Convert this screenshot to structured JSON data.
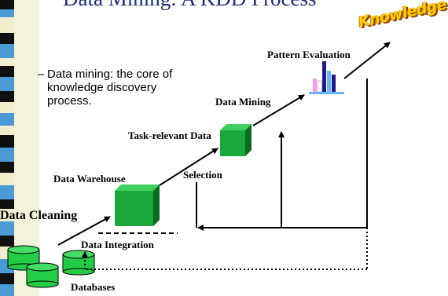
{
  "slide": {
    "title": "Data Mining: A KDD Process",
    "bullet": "Data mining: the core of knowledge discovery process.",
    "knowledge_logo": "Knowledge"
  },
  "diagram": {
    "labels": {
      "pattern_evaluation": "Pattern Evaluation",
      "data_mining": "Data Mining",
      "task_relevant_data": "Task-relevant Data",
      "selection": "Selection",
      "data_warehouse": "Data Warehouse",
      "data_cleaning": "Data Cleaning",
      "data_integration": "Data Integration",
      "databases": "Databases"
    }
  },
  "colors": {
    "title": "#1a2a7a",
    "cube_green": "#1aa83a",
    "cube_dark": "#0a6a1e",
    "db_green": "#22cc44",
    "sidebar_dark": "#101010",
    "sidebar_blue": "#4a9ad6",
    "sidebar_cream": "#f0eecc",
    "knowledge": "#ffcc00"
  }
}
